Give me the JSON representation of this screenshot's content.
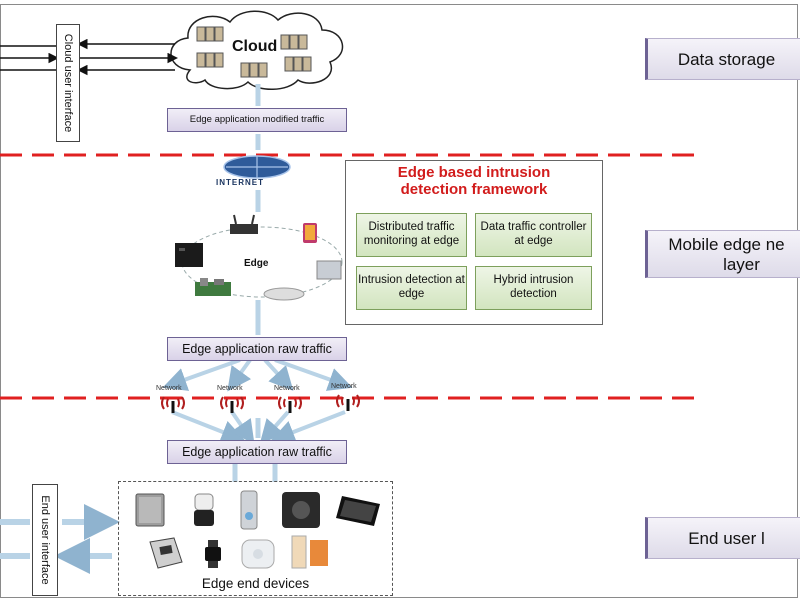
{
  "cloud": {
    "label": "Cloud"
  },
  "cloud_ui": {
    "label": "Cloud user interface"
  },
  "end_ui": {
    "label": "End user interface"
  },
  "traffic": {
    "modified": "Edge application modified traffic",
    "raw_top": "Edge application raw traffic",
    "raw_bottom": "Edge application raw traffic"
  },
  "internet": {
    "label": "INTERNET"
  },
  "edge": {
    "label": "Edge"
  },
  "framework": {
    "title_line1": "Edge based intrusion",
    "title_line2": "detection framework",
    "boxes": [
      "Distributed traffic monitoring at edge",
      "Data traffic controller at edge",
      "Intrusion detection at edge",
      "Hybrid intrusion detection"
    ]
  },
  "network": {
    "labels": [
      "Network",
      "Network",
      "Network",
      "Network"
    ]
  },
  "devices": {
    "label": "Edge end devices"
  },
  "layers": {
    "storage": "Data storage",
    "mobile_edge_line1": "Mobile edge ne",
    "mobile_edge_line2": "layer",
    "end_user": "End user l"
  },
  "colors": {
    "divider": "#e02020",
    "arrow": "#b9d3e6",
    "framework_title": "#d21c1c",
    "traffic_box": "#d9d2e8",
    "green_box": "#d2e5bf"
  }
}
